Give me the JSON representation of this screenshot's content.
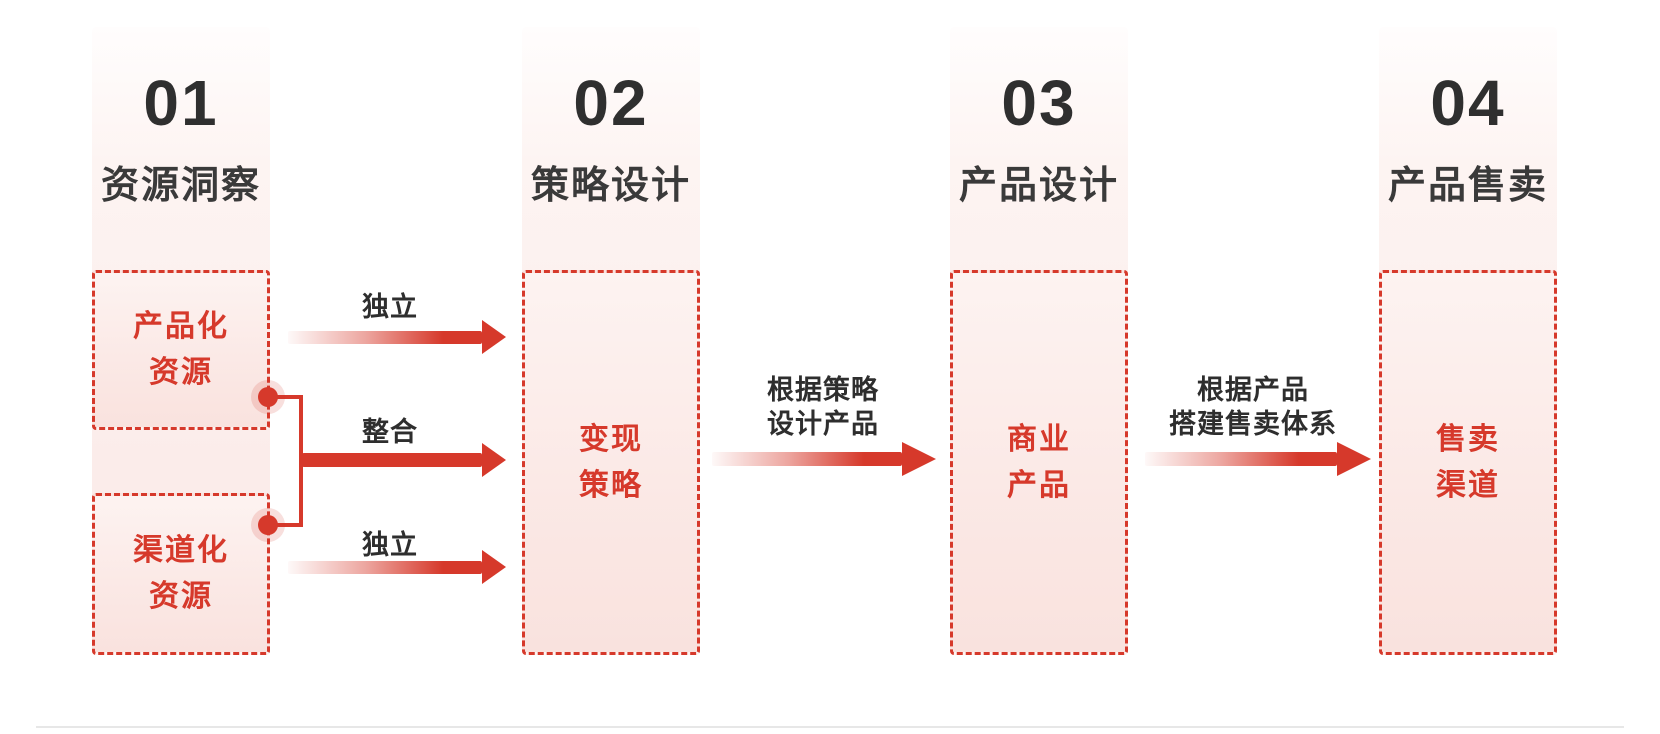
{
  "diagram": {
    "stages": [
      {
        "number": "01",
        "title": "资源洞察"
      },
      {
        "number": "02",
        "title": "策略设计"
      },
      {
        "number": "03",
        "title": "产品设计"
      },
      {
        "number": "04",
        "title": "产品售卖"
      }
    ],
    "boxes": {
      "productized": {
        "line1": "产品化",
        "line2": "资源"
      },
      "channelized": {
        "line1": "渠道化",
        "line2": "资源"
      },
      "strategy": {
        "line1": "变现",
        "line2": "策略"
      },
      "product": {
        "line1": "商业",
        "line2": "产品"
      },
      "channel": {
        "line1": "售卖",
        "line2": "渠道"
      }
    },
    "arrow_labels": {
      "independent_top": "独立",
      "merge": "整合",
      "independent_bottom": "独立",
      "strategy_to_product_line1": "根据策略",
      "strategy_to_product_line2": "设计产品",
      "product_to_channel_line1": "根据产品",
      "product_to_channel_line2": "搭建售卖体系"
    },
    "colors": {
      "accent": "#d6392b",
      "box_fill_top": "#fdf3f1",
      "box_fill_bottom": "#f9e2de",
      "strip_top": "#fffdfd",
      "strip_bottom": "#fbeae7",
      "heading_text": "#2f2f2f",
      "divider": "#e7e7e7"
    }
  }
}
